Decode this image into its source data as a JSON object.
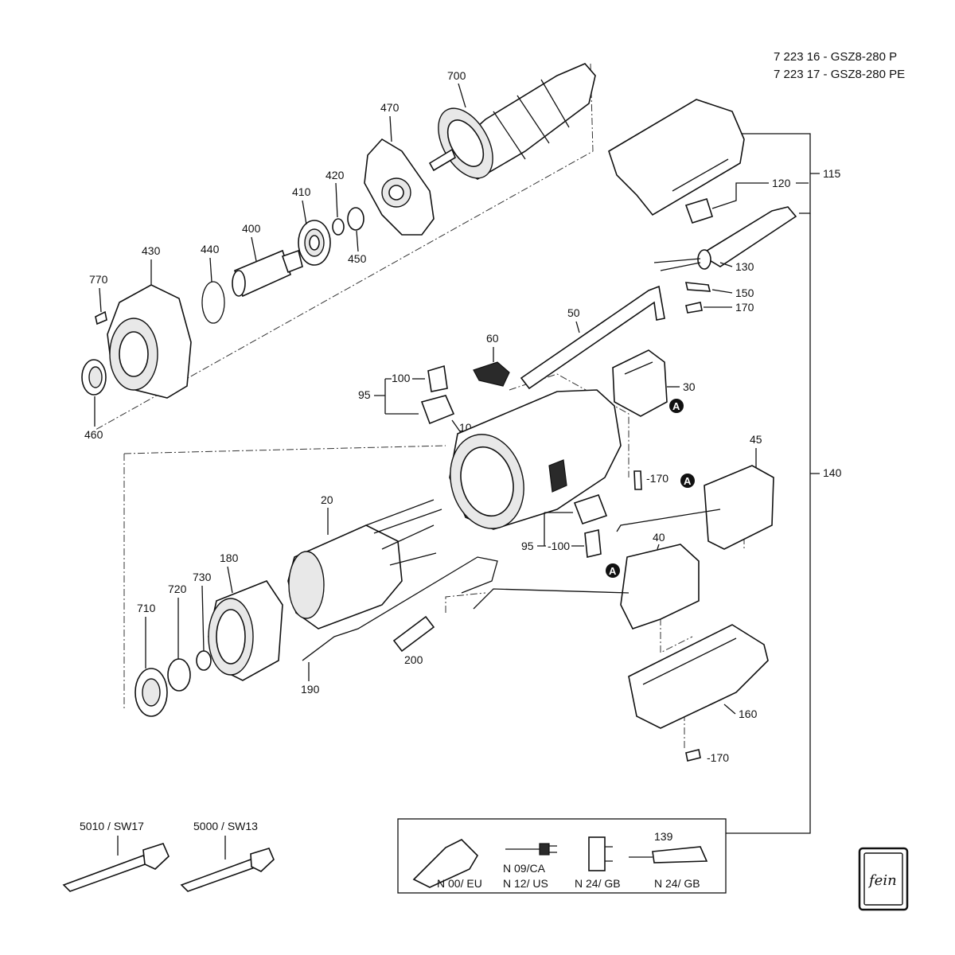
{
  "header": {
    "model_line_1": "7 223 16 - GSZ8-280 P",
    "model_line_2": "7 223 17 - GSZ8-280 PE"
  },
  "part_numbers": {
    "p700": "700",
    "p470": "470",
    "p420": "420",
    "p410": "410",
    "p400": "400",
    "p450": "450",
    "p440": "440",
    "p430": "430",
    "p770": "770",
    "p460": "460",
    "p115": "115",
    "p120": "120",
    "p130": "130",
    "p150": "150",
    "p170a": "170",
    "p50": "50",
    "p60": "60",
    "p30": "30",
    "p100a": "100",
    "p95a": "95",
    "p10": "10",
    "p170b": "-170",
    "p45": "45",
    "p140": "140",
    "p20": "20",
    "p95b": "95",
    "p100b": "-100",
    "p40": "40",
    "p180": "180",
    "p730": "730",
    "p720": "720",
    "p710": "710",
    "p200": "200",
    "p190": "190",
    "p160": "160",
    "p170c": "-170",
    "p139": "139"
  },
  "marker_label": "A",
  "wrenches": {
    "w1": "5010 / SW17",
    "w2": "5000 / SW13"
  },
  "plug_box": {
    "eu": "N 00/ EU",
    "ca": "N 09/CA",
    "us": "N 12/ US",
    "gb1": "N 24/ GB",
    "gb2": "N 24/ GB"
  },
  "logo_text": "fein"
}
